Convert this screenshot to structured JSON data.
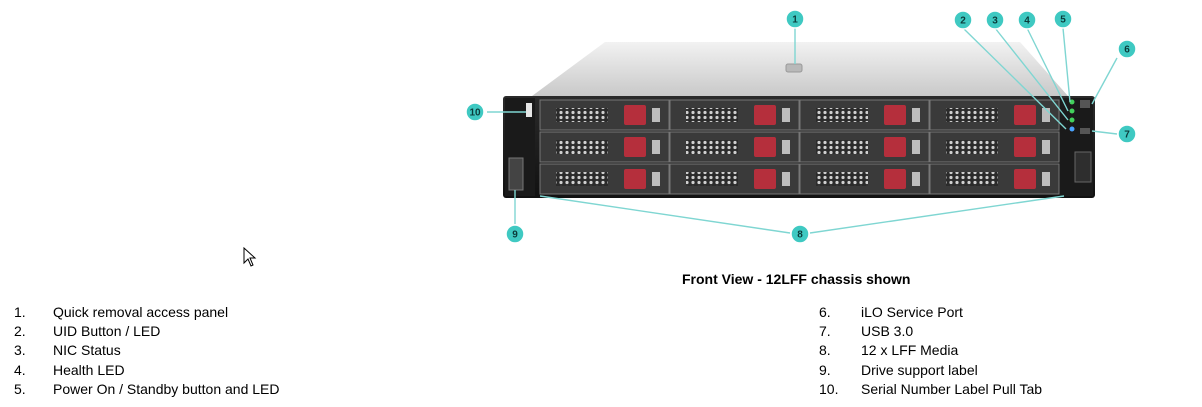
{
  "caption": "Front View - 12LFF chassis shown",
  "legend_left": [
    {
      "num": "1.",
      "label": "Quick removal access panel"
    },
    {
      "num": "2.",
      "label": "UID Button / LED"
    },
    {
      "num": "3.",
      "label": "NIC Status"
    },
    {
      "num": "4.",
      "label": "Health LED"
    },
    {
      "num": "5.",
      "label": "Power On / Standby button and LED"
    }
  ],
  "legend_right": [
    {
      "num": "6.",
      "label": "iLO Service Port"
    },
    {
      "num": "7.",
      "label": "USB 3.0"
    },
    {
      "num": "8.",
      "label": "12 x LFF Media"
    },
    {
      "num": "9.",
      "label": "Drive support label"
    },
    {
      "num": "10.",
      "label": "Serial Number Label Pull Tab"
    }
  ],
  "callouts": [
    "1",
    "2",
    "3",
    "4",
    "5",
    "6",
    "7",
    "8",
    "9",
    "10"
  ],
  "colors": {
    "callout_fill": "#3fc9c2",
    "callout_line": "#7fd6d2",
    "drive_handle": "#b52f3c",
    "chassis_top": "#dcdcdc",
    "bezel": "#1c1c1c"
  }
}
